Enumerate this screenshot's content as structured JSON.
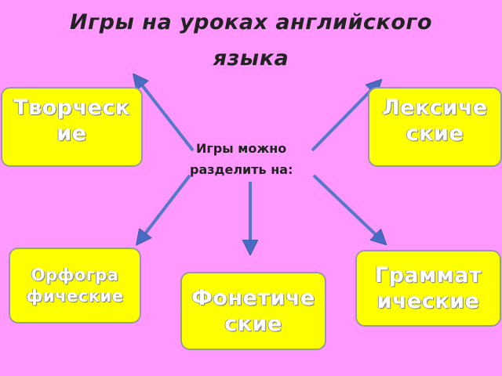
{
  "slide": {
    "title_line1": "Игры на уроках английского",
    "title_line2": "языка",
    "center_line1": "Игры можно",
    "center_line2": "разделить на:",
    "categories": {
      "creative": "Творческ\nие",
      "lexical": "Лексиче\nские",
      "orthographic": "Орфогра\nфические",
      "phonetic": "Фонетиче\nские",
      "grammatical": "Граммат\nические"
    },
    "colors": {
      "background": "#ff99ff",
      "box_fill": "#ffff00",
      "box_text": "#ffffff",
      "arrow": "#5577cc"
    }
  }
}
